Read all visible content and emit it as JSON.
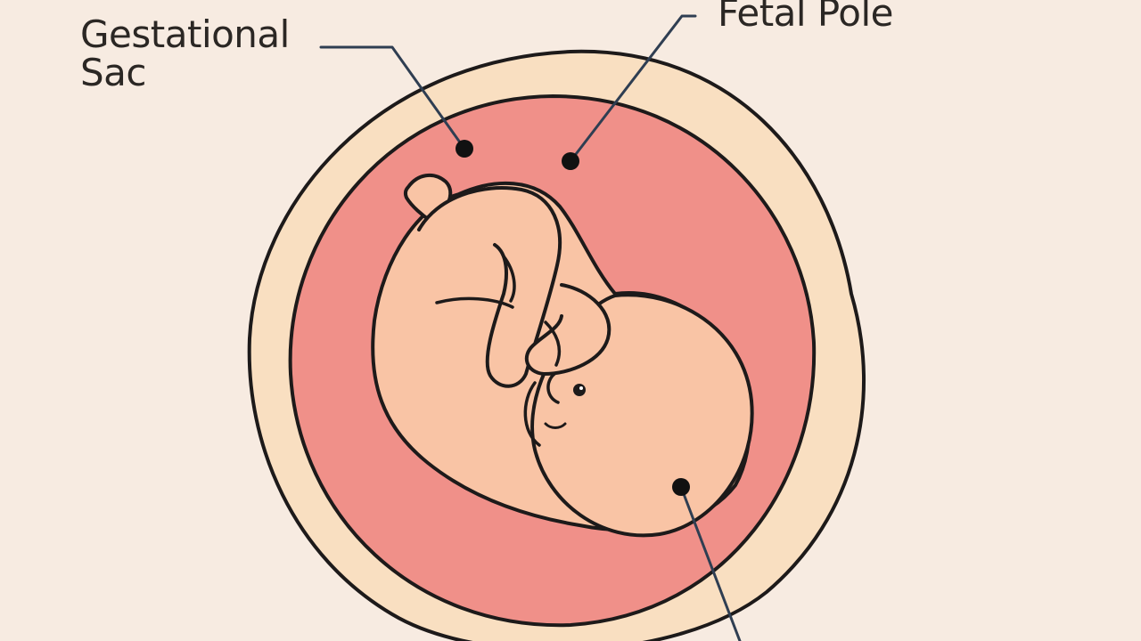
{
  "labels": {
    "gestational_sac_line1": "Gestational",
    "gestational_sac_line2": "Sac",
    "fetal_pole": "Fetal Pole"
  },
  "colors": {
    "background": "#f7ebe1",
    "outer_ring": "#f9dfc1",
    "amniotic_cavity": "#f09089",
    "fetus_skin": "#f9c4a5",
    "outline": "#1d1a1a",
    "leader_line": "#2f3e52",
    "text": "#2b2724"
  }
}
